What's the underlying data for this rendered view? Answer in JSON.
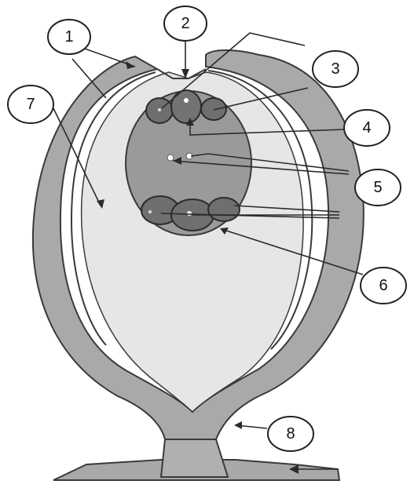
{
  "diagram": {
    "labels": [
      {
        "id": "1",
        "text": "1"
      },
      {
        "id": "2",
        "text": "2"
      },
      {
        "id": "3",
        "text": "3"
      },
      {
        "id": "4",
        "text": "4"
      },
      {
        "id": "5",
        "text": "5"
      },
      {
        "id": "6",
        "text": "6"
      },
      {
        "id": "7",
        "text": "7"
      },
      {
        "id": "8",
        "text": "8"
      }
    ],
    "colors": {
      "integument": "#a9a9a9",
      "integument_edge": "#3a3a3a",
      "nucellus": "#e4e4e4",
      "embryo_sac": "#9a9a9a",
      "cells": "#6f6f6f",
      "funicle": "#b0b0b0"
    }
  }
}
